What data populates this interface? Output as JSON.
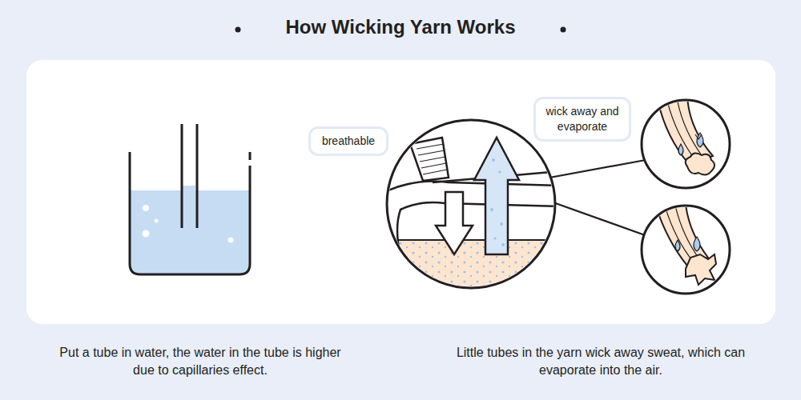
{
  "diagram": {
    "title": "How Wicking Yarn Works",
    "nodes": [
      {
        "text": [
          "breathable"
        ]
      },
      {
        "text": [
          "wick away and evaporate"
        ]
      }
    ],
    "labels": [
      "Put a tube in water, the water in the tube is higher due to capillaries effect.",
      "Little tubes in the yarn wick away sweat, which can evaporate into the air."
    ]
  }
}
